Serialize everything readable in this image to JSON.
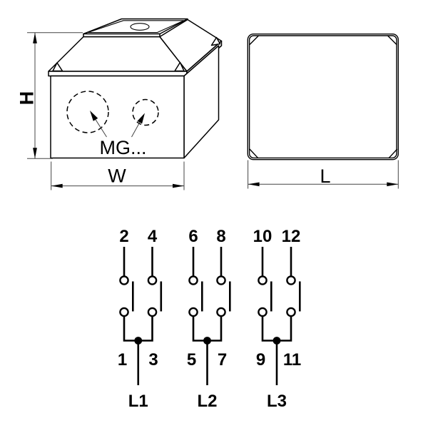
{
  "colors": {
    "line": "#000000",
    "background": "#ffffff",
    "dimension_line": "#444444"
  },
  "pictorial_view": {
    "labels": {
      "height": "H",
      "width": "W",
      "knockout": "MG..."
    }
  },
  "top_view": {
    "labels": {
      "length": "L"
    }
  },
  "circuit": {
    "groups": [
      {
        "top_left": "2",
        "top_right": "4",
        "bottom_left": "1",
        "bottom_right": "3",
        "phase": "L1"
      },
      {
        "top_left": "6",
        "top_right": "8",
        "bottom_left": "5",
        "bottom_right": "7",
        "phase": "L2"
      },
      {
        "top_left": "10",
        "top_right": "12",
        "bottom_left": "9",
        "bottom_right": "11",
        "phase": "L3"
      }
    ]
  }
}
